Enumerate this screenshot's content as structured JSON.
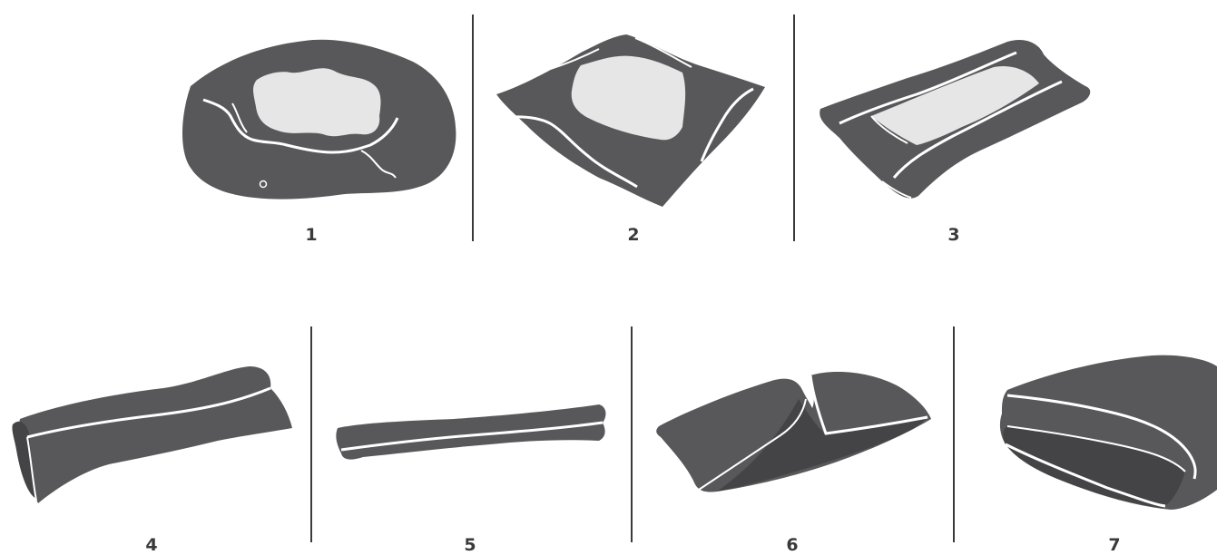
{
  "steps": [
    {
      "number": "1",
      "icon": "bunched-blanket-icon"
    },
    {
      "number": "2",
      "icon": "squared-blanket-icon"
    },
    {
      "number": "3",
      "icon": "rolled-edges-blanket-icon"
    },
    {
      "number": "4",
      "icon": "half-folded-blanket-icon"
    },
    {
      "number": "5",
      "icon": "flattened-roll-icon"
    },
    {
      "number": "6",
      "icon": "folded-over-blanket-icon"
    },
    {
      "number": "7",
      "icon": "stacked-folded-blanket-icon"
    }
  ],
  "colors": {
    "fabric_dark": "#58585a",
    "fabric_darker": "#444446",
    "fabric_light": "#e6e6e6",
    "seam": "#ffffff",
    "divider": "#3a3a3a"
  }
}
